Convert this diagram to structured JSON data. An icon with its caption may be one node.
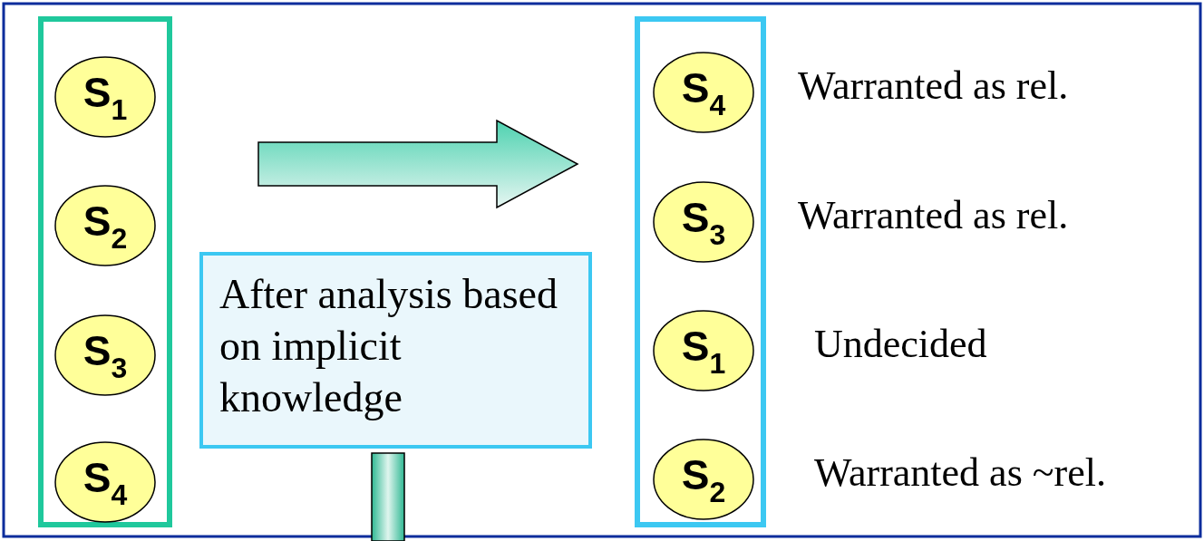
{
  "diagram": {
    "nodes": [
      {
        "text": [],
        "shape": "box"
      },
      {
        "text": [
          "S$_{1}$"
        ],
        "in": 0
      },
      {
        "text": [
          "S$_{2}$"
        ],
        "in": 0
      },
      {
        "text": [
          "S$_{3}$"
        ],
        "in": 0
      },
      {
        "text": [
          "S$_{4}$"
        ],
        "in": 0
      },
      {
        "text": [],
        "shape": "box"
      },
      {
        "text": [
          "S$_{4}$"
        ],
        "in": 5,
        "beside": [
          "Warranted as rel."
        ]
      },
      {
        "text": [
          "S$_{3}$"
        ],
        "in": 5,
        "beside": [
          "Warranted as rel."
        ]
      },
      {
        "text": [
          "S$_{1}$"
        ],
        "in": 5,
        "beside": [
          "Undecided"
        ]
      },
      {
        "text": [
          "S$_{2}$"
        ],
        "in": 5,
        "beside": [
          "Warranted as ~rel."
        ]
      },
      {
        "text": [
          "After analysis based on implicit knowledge"
        ]
      }
    ],
    "edges": [
      {
        "from": 0,
        "to": 5,
        "arrow": "to",
        "style": "thick"
      },
      {
        "from": 10,
        "to": null,
        "arrow": "none",
        "style": "thick"
      }
    ]
  }
}
